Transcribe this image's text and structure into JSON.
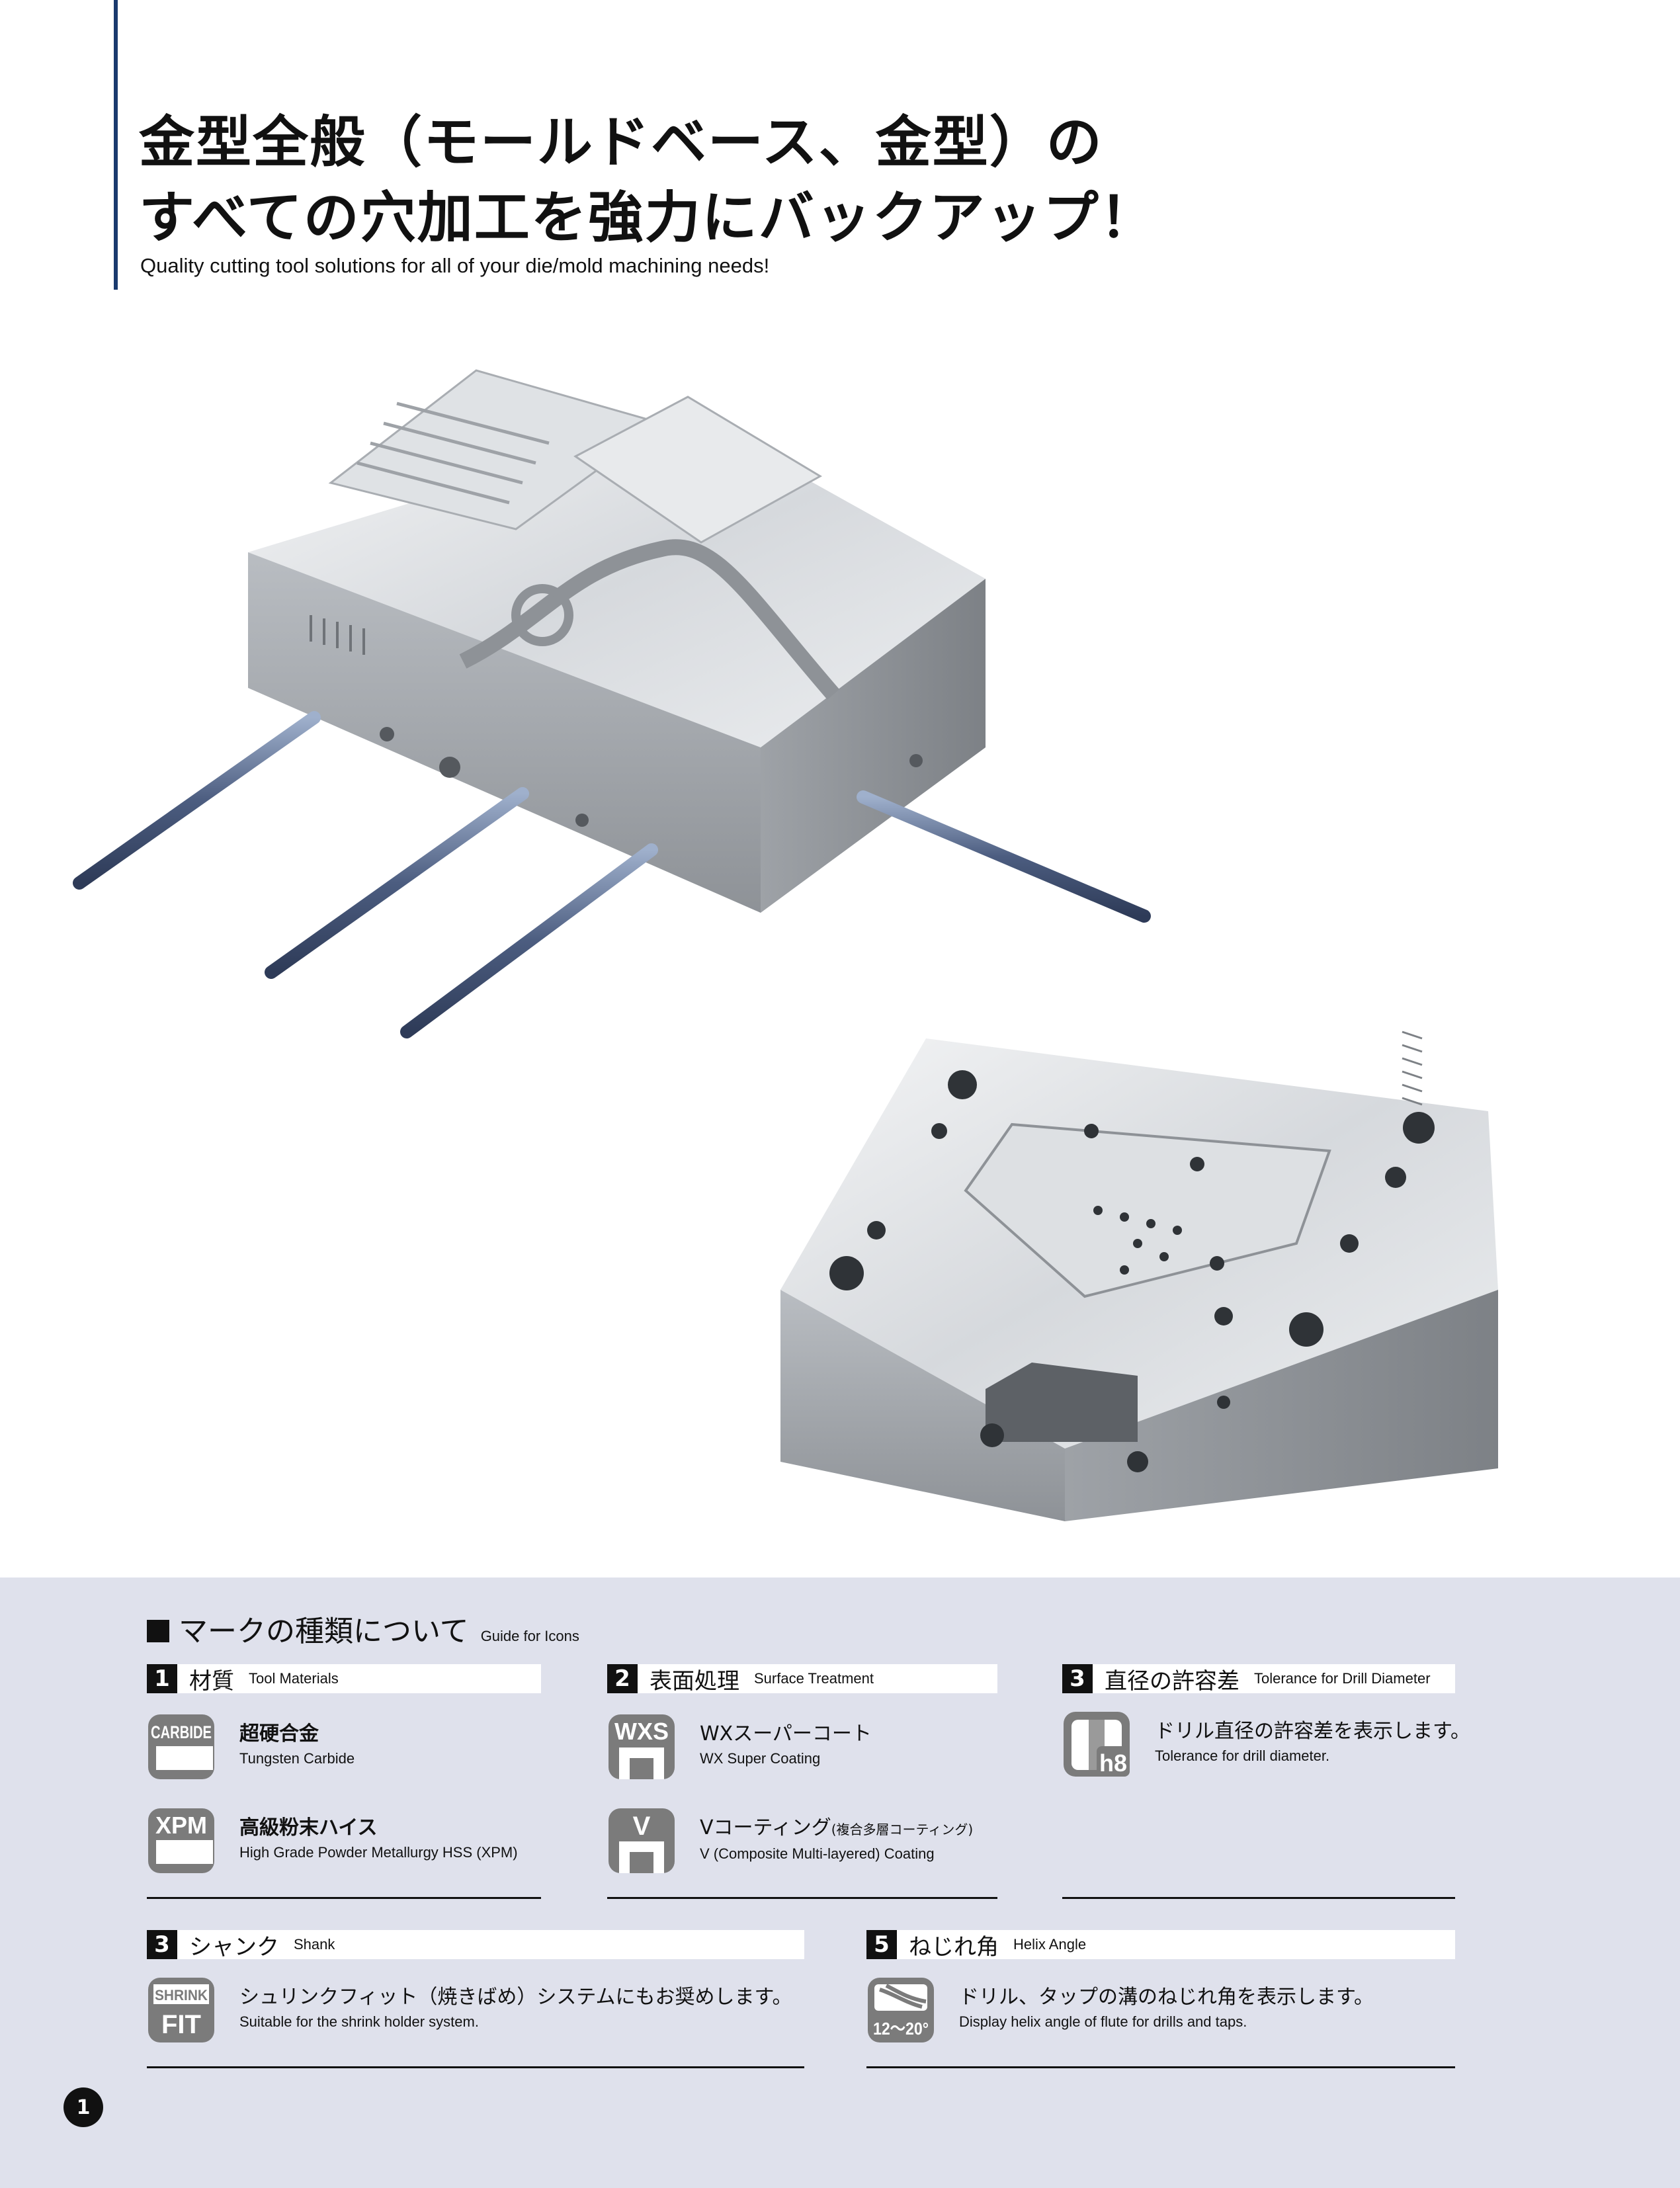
{
  "header": {
    "title_line1": "金型全般（モールドベース、金型）の",
    "title_line2": "すべての穴加工を強力にバックアップ！",
    "subtitle": "Quality cutting tool solutions for all of your die/mold machining needs!"
  },
  "colors": {
    "accent_bar": "#1a3a6e",
    "guide_background": "#dfe1ec",
    "badge_gray": "#7b7b7b"
  },
  "guide": {
    "title_jp": "マークの種類について",
    "title_en": "Guide for Icons",
    "sections": [
      {
        "num": "1",
        "jp": "材質",
        "en": "Tool Materials",
        "items": [
          {
            "badge": "CARBIDE",
            "jp": "超硬合金",
            "en": "Tungsten Carbide"
          },
          {
            "badge": "XPM",
            "jp": "高級粉末ハイス",
            "en": "High Grade Powder Metallurgy  HSS (XPM)"
          }
        ]
      },
      {
        "num": "2",
        "jp": "表面処理",
        "en": "Surface Treatment",
        "items": [
          {
            "badge": "WXS",
            "jp": "WXスーパーコート",
            "en": "WX Super Coating"
          },
          {
            "badge": "V",
            "jp": "Vコーティング",
            "jp_note": "(複合多層コーティング)",
            "en": "V (Composite Multi-layered) Coating"
          }
        ]
      },
      {
        "num": "3",
        "jp": "直径の許容差",
        "en": "Tolerance for Drill Diameter",
        "items": [
          {
            "badge": "h8",
            "jp": "ドリル直径の許容差を表示します。",
            "en": "Tolerance for drill diameter."
          }
        ]
      },
      {
        "num": "3",
        "jp": "シャンク",
        "en": "Shank",
        "items": [
          {
            "badge_top": "SHRINK",
            "badge_bottom": "FIT",
            "jp": "シュリンクフィット（焼きばめ）システムにもお奨めします。",
            "en": "Suitable for the shrink holder system."
          }
        ]
      },
      {
        "num": "5",
        "jp": "ねじれ角",
        "en": "Helix Angle",
        "items": [
          {
            "badge": "12～20°",
            "jp": "ドリル、タップの溝のねじれ角を表示します。",
            "en": "Display helix angle of flute for drills and taps."
          }
        ]
      }
    ]
  },
  "page_number": "1"
}
